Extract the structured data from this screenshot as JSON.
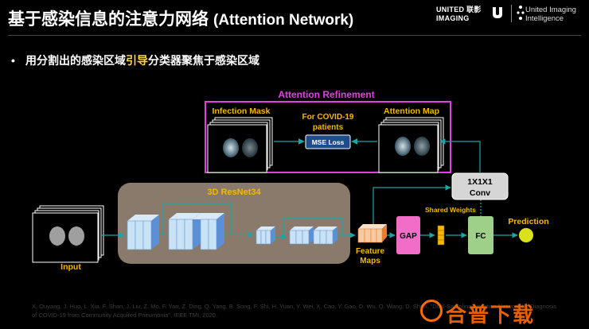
{
  "header": {
    "title": "基于感染信息的注意力网络",
    "title_en": "(Attention Network)",
    "logo_left_line1": "UNITED 联影",
    "logo_left_line2": "IMAGING",
    "logo_right_line1": "United Imaging",
    "logo_right_line2": "Intelligence"
  },
  "bullet": {
    "before": "用分割出的感染区域",
    "highlight": "引导",
    "after": "分类器聚焦于感染区域"
  },
  "diagram": {
    "attention_refinement": "Attention Refinement",
    "infection_mask": "Infection Mask",
    "attention_map": "Attention Map",
    "for_covid_line1": "For COVID-19",
    "for_covid_line2": "patients",
    "mse_loss": "MSE Loss",
    "resnet": "3D ResNet34",
    "input": "Input",
    "feature_maps_line1": "Feature",
    "feature_maps_line2": "Maps",
    "gap": "GAP",
    "shared_weights": "Shared Weights",
    "fc": "FC",
    "conv_line1": "1X1X1",
    "conv_line2": "Conv",
    "prediction": "Prediction"
  },
  "reference": "X. Ouyang, J. Huo, L. Xia, F. Shan, J. Liu, Z. Mo, F. Yan, Z. Ding, Q. Yang, B. Song, F. Shi, H. Yuan, Y. Wei, X. Cao, Y. Gao, D. Wu, Q. Wang, D. Shen, \"Dual-Sampling Attention Network for Diagnosis of COVID-19 from Community Acquired Pneumonia\", IEEE TMI, 2020.",
  "watermark": "合普下载",
  "colors": {
    "magenta": "#e040e0",
    "teal": "#1aa6a6",
    "gold": "#f5b800",
    "gap_pink": "#f06ec8",
    "fc_green": "#9ed08a",
    "prediction_yellow": "#d9e21a",
    "resnet_bg": "#8a7a6c"
  }
}
